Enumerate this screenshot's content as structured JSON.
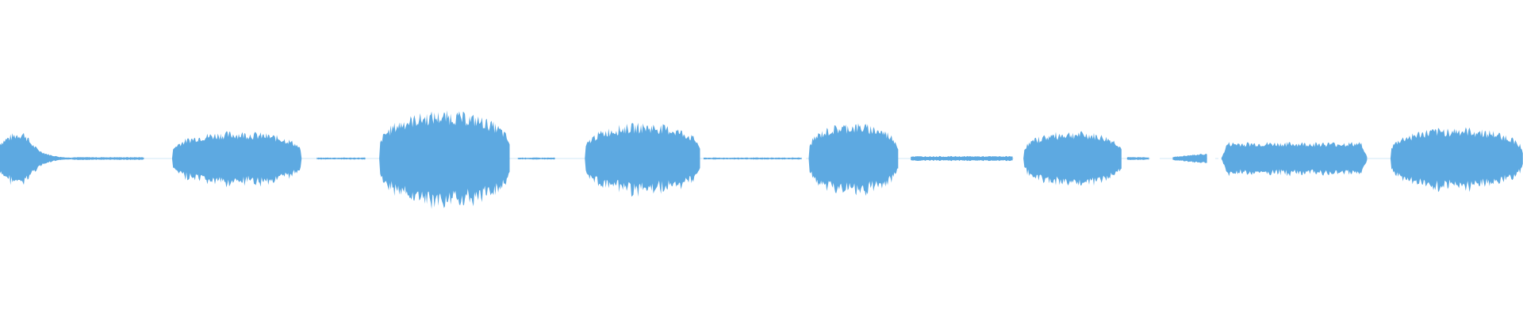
{
  "waveform": {
    "color": "#5DA9E1",
    "background": "#FFFFFF",
    "segments": [
      {
        "start": 0.0,
        "end": 0.047,
        "level": 0.5,
        "shape": "decay"
      },
      {
        "start": 0.047,
        "end": 0.095,
        "level": 0.03,
        "shape": "flat"
      },
      {
        "start": 0.113,
        "end": 0.198,
        "level": 0.5,
        "shape": "bump"
      },
      {
        "start": 0.208,
        "end": 0.24,
        "level": 0.02,
        "shape": "flat"
      },
      {
        "start": 0.249,
        "end": 0.335,
        "level": 0.87,
        "shape": "bump"
      },
      {
        "start": 0.34,
        "end": 0.365,
        "level": 0.02,
        "shape": "flat"
      },
      {
        "start": 0.384,
        "end": 0.46,
        "level": 0.65,
        "shape": "bump"
      },
      {
        "start": 0.462,
        "end": 0.527,
        "level": 0.02,
        "shape": "flat"
      },
      {
        "start": 0.531,
        "end": 0.59,
        "level": 0.65,
        "shape": "bump"
      },
      {
        "start": 0.598,
        "end": 0.665,
        "level": 0.05,
        "shape": "flat"
      },
      {
        "start": 0.672,
        "end": 0.737,
        "level": 0.5,
        "shape": "bump"
      },
      {
        "start": 0.74,
        "end": 0.755,
        "level": 0.03,
        "shape": "flat"
      },
      {
        "start": 0.77,
        "end": 0.793,
        "level": 0.1,
        "shape": "ramp"
      },
      {
        "start": 0.802,
        "end": 0.898,
        "level": 0.3,
        "shape": "plateau"
      },
      {
        "start": 0.913,
        "end": 1.0,
        "level": 0.57,
        "shape": "bump"
      }
    ]
  }
}
